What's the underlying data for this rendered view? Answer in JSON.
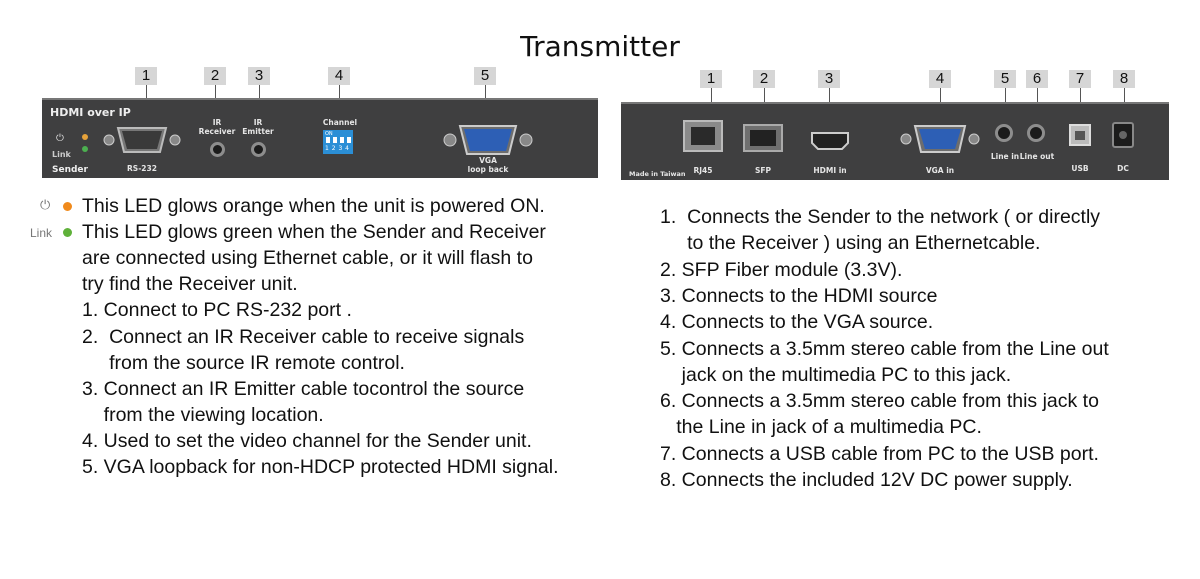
{
  "title": "Transmitter",
  "sender_panel": {
    "model": "HDMI over IP",
    "unit": "Sender",
    "led_link_label": "Link",
    "callouts": [
      "1",
      "2",
      "3",
      "4",
      "5"
    ],
    "port_labels": {
      "rs232": "RS-232",
      "ir_receiver": "IR\nReceiver",
      "ir_emitter": "IR\nEmitter",
      "channel": "Channel",
      "dip_on": "ON",
      "dip_nums": "1 2 3 4",
      "vga": "VGA\nloop back"
    }
  },
  "rear_panel": {
    "made_in": "Made in Taiwan",
    "callouts": [
      "1",
      "2",
      "3",
      "4",
      "5",
      "6",
      "7",
      "8"
    ],
    "port_labels": {
      "rj45": "RJ45",
      "sfp": "SFP",
      "hdmi_in": "HDMI in",
      "vga_in": "VGA in",
      "line_in": "Line in",
      "line_out": "Line out",
      "usb": "USB",
      "dc": "DC"
    }
  },
  "left_text": {
    "power_led_label": "",
    "link_led_label": "Link",
    "power_led": "This LED glows orange when the unit is powered ON.",
    "link_led_lines": [
      "This LED glows green when the Sender and Receiver",
      "are connected using Ethernet cable, or it will flash to",
      "try find the Receiver unit."
    ],
    "items": [
      "1. Connect to PC RS-232 port .",
      "2.  Connect an IR Receiver cable to receive signals",
      "     from the source IR remote control.",
      "3. Connect an IR Emitter cable tocontrol the source",
      "    from the viewing location.",
      "4. Used to set the video channel for the Sender unit.",
      "5. VGA loopback for non-HDCP protected HDMI signal."
    ]
  },
  "right_text": {
    "items": [
      "1.  Connects the Sender to the network ( or directly",
      "     to the Receiver ) using an Ethernetcable.",
      "2. SFP Fiber module (3.3V).",
      "3. Connects to the HDMI source",
      "4. Connects to the VGA source.",
      "5. Connects a 3.5mm stereo cable from the Line out",
      "    jack on the multimedia PC to this jack.",
      "6. Connects a 3.5mm stereo cable from this jack to",
      "   the Line in jack of a multimedia PC.",
      "7. Connects a USB cable from PC to the USB port.",
      "8. Connects the included 12V DC power supply."
    ]
  },
  "colors": {
    "panel": "#3f3f40",
    "led_orange": "#f08a1c",
    "led_green": "#5fb13a",
    "vga_blue": "#2d5fb5",
    "dip_blue": "#2b8fd6"
  }
}
